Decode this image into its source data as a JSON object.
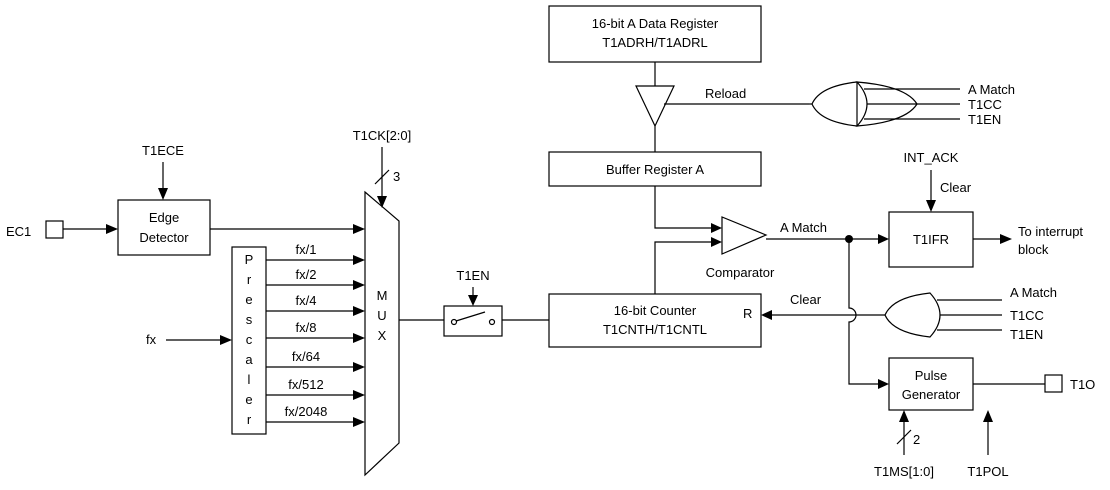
{
  "blocks": {
    "a_data_register": {
      "line1": "16-bit A Data Register",
      "line2": "T1ADRH/T1ADRL"
    },
    "buffer_register": {
      "label": "Buffer Register A"
    },
    "counter": {
      "line1": "16-bit Counter",
      "line2": "T1CNTH/T1CNTL",
      "reset": "R"
    },
    "edge_detector": {
      "line1": "Edge",
      "line2": "Detector"
    },
    "prescaler": {
      "letters": [
        "P",
        "r",
        "e",
        "s",
        "c",
        "a",
        "l",
        "e",
        "r"
      ]
    },
    "mux": {
      "letters": [
        "M",
        "U",
        "X"
      ]
    },
    "t1ifr": {
      "label": "T1IFR"
    },
    "pulse_generator": {
      "line1": "Pulse",
      "line2": "Generator"
    },
    "comparator": {
      "label": "Comparator"
    }
  },
  "signals": {
    "reload": "Reload",
    "or_top_inputs": [
      "A Match",
      "T1CC",
      "T1EN"
    ],
    "or_bottom_inputs": [
      "A Match",
      "T1CC",
      "T1EN"
    ],
    "int_ack": "INT_ACK",
    "clear_top": "Clear",
    "clear_counter": "Clear",
    "a_match": "A Match",
    "to_interrupt_line1": "To interrupt",
    "to_interrupt_line2": "block",
    "t1ece": "T1ECE",
    "ec1": "EC1",
    "t1ck": "T1CK[2:0]",
    "t1ck_width": "3",
    "fx": "fx",
    "t1en_switch": "T1EN",
    "t1o": "T1O",
    "t1ms": "T1MS[1:0]",
    "t1ms_width": "2",
    "t1pol": "T1POL"
  },
  "prescaler_outputs": [
    "fx/1",
    "fx/2",
    "fx/4",
    "fx/8",
    "fx/64",
    "fx/512",
    "fx/2048"
  ]
}
